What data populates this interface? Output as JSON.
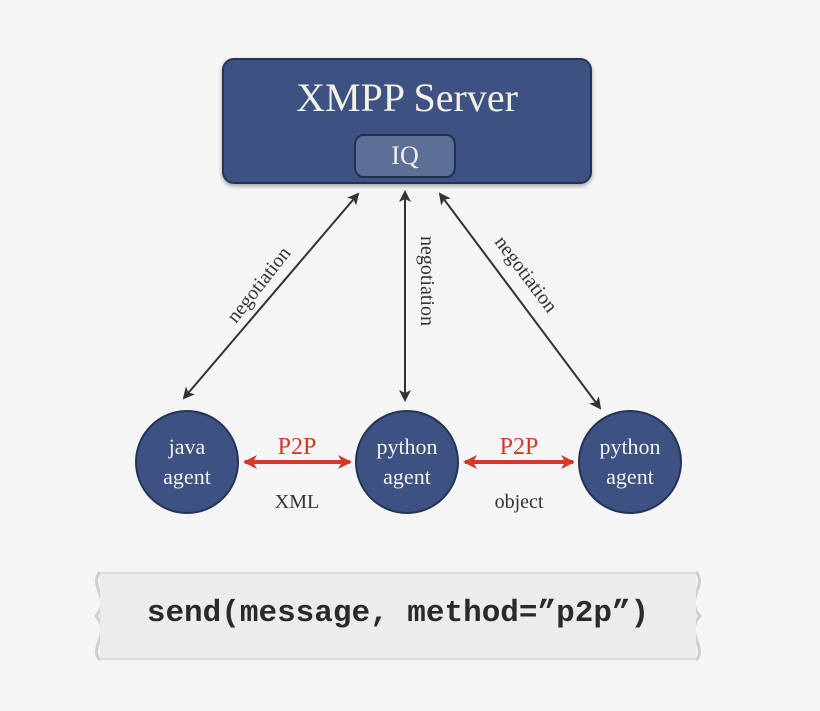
{
  "server": {
    "title": "XMPP Server",
    "component": "IQ"
  },
  "agents": [
    {
      "line1": "java",
      "line2": "agent"
    },
    {
      "line1": "python",
      "line2": "agent"
    },
    {
      "line1": "python",
      "line2": "agent"
    }
  ],
  "negotiation_labels": [
    "negotiation",
    "negotiation",
    "negotiation"
  ],
  "links": [
    {
      "label": "P2P",
      "format": "XML"
    },
    {
      "label": "P2P",
      "format": "object"
    }
  ],
  "code": "send(message, method=”p2p”)",
  "colors": {
    "node": "#3d5282",
    "p2p_arrow": "#d0392b",
    "arrow": "#333333"
  }
}
